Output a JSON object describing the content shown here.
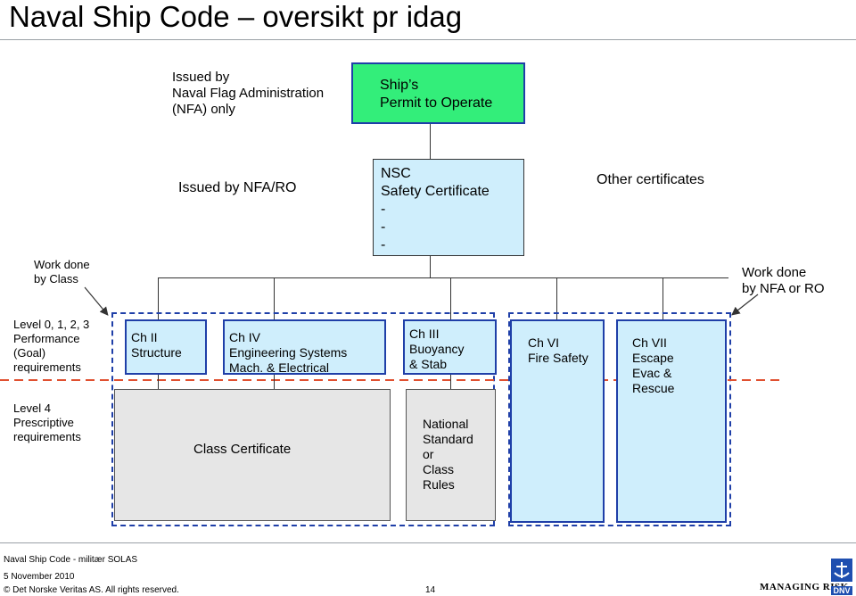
{
  "title": "Naval Ship Code – oversikt pr idag",
  "issued_naf": "Issued by\nNaval Flag Administration\n(NFA) only",
  "ships_permit": "Ship’s\nPermit to Operate",
  "issued_nfa_ro": "Issued by NFA/RO",
  "nsc_cert": "NSC\nSafety Certificate\n-\n-\n-",
  "other_certs": "Other certificates",
  "work_class": "Work done\nby Class",
  "work_nfa": "Work done\nby NFA or RO",
  "level_goal": "Level 0, 1, 2, 3\nPerformance\n(Goal)\nrequirements",
  "level_prescriptive": "Level 4\nPrescriptive\nrequirements",
  "chapters": {
    "ch2": "Ch II\nStructure",
    "ch4": "Ch IV\nEngineering Systems\nMach. & Electrical",
    "ch3": "Ch III\nBuoyancy\n& Stab",
    "ch6": "Ch VI\nFire Safety",
    "ch7": "Ch VII\nEscape\nEvac &\nRescue"
  },
  "class_certificate": "Class Certificate",
  "national_standard": "National\nStandard\nor\nClass\nRules",
  "footer": {
    "doc": "Naval Ship Code - militær SOLAS",
    "date": "5 November 2010",
    "copyright": "© Det Norske Veritas AS. All rights reserved.",
    "page": "14"
  },
  "logo": {
    "managing_risk": "MANAGING RISK",
    "dnv": "DNV"
  },
  "colors": {
    "border_blue": "#1f3fa8",
    "light_blue": "#cfeefc",
    "green": "#33ee7a",
    "gray_fill": "#e6e6e6",
    "dash_red": "#e05030"
  }
}
